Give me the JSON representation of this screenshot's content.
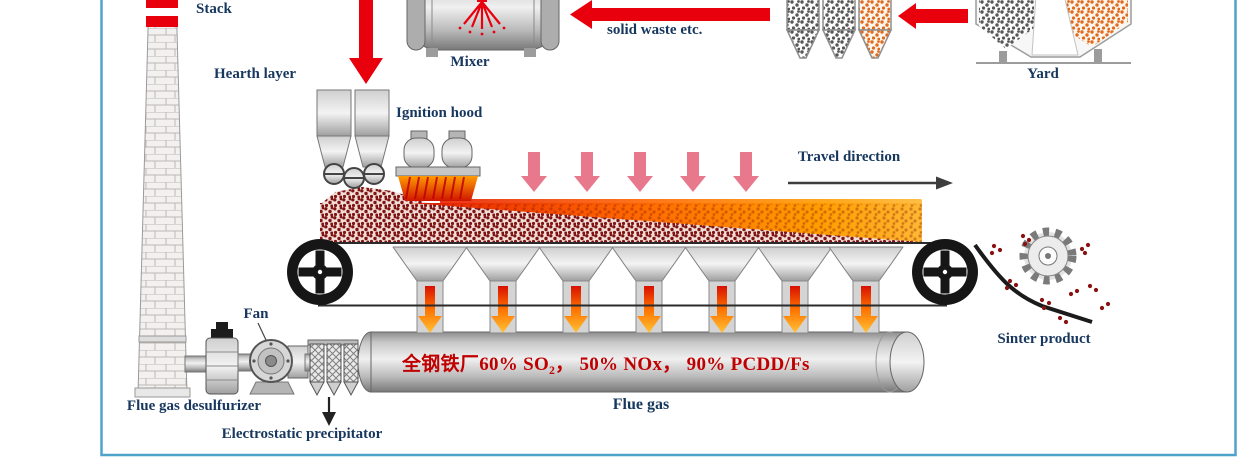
{
  "labels": {
    "stack": "Stack",
    "hearth_layer": "Hearth layer",
    "mixer": "Mixer",
    "solid_waste": "solid waste etc.",
    "yard": "Yard",
    "ignition_hood": "Ignition hood",
    "travel_direction": "Travel direction",
    "fan": "Fan",
    "flue_gas_desulfurizer": "Flue gas desulfurizer",
    "electrostatic_precipitator": "Electrostatic precipitator",
    "flue_gas": "Flue gas",
    "sinter_product": "Sinter product",
    "duct_emissions": "全钢铁厂60% SO₂， 50% NOx， 90% PCDD/Fs"
  },
  "colors": {
    "label_text": "#17375e",
    "arrow_red": "#e8000d",
    "arrow_pink": "#e8798c",
    "emission_text": "#c00000",
    "frame_border": "#4fa3c8",
    "hot_sinter": "#ff6a00"
  }
}
